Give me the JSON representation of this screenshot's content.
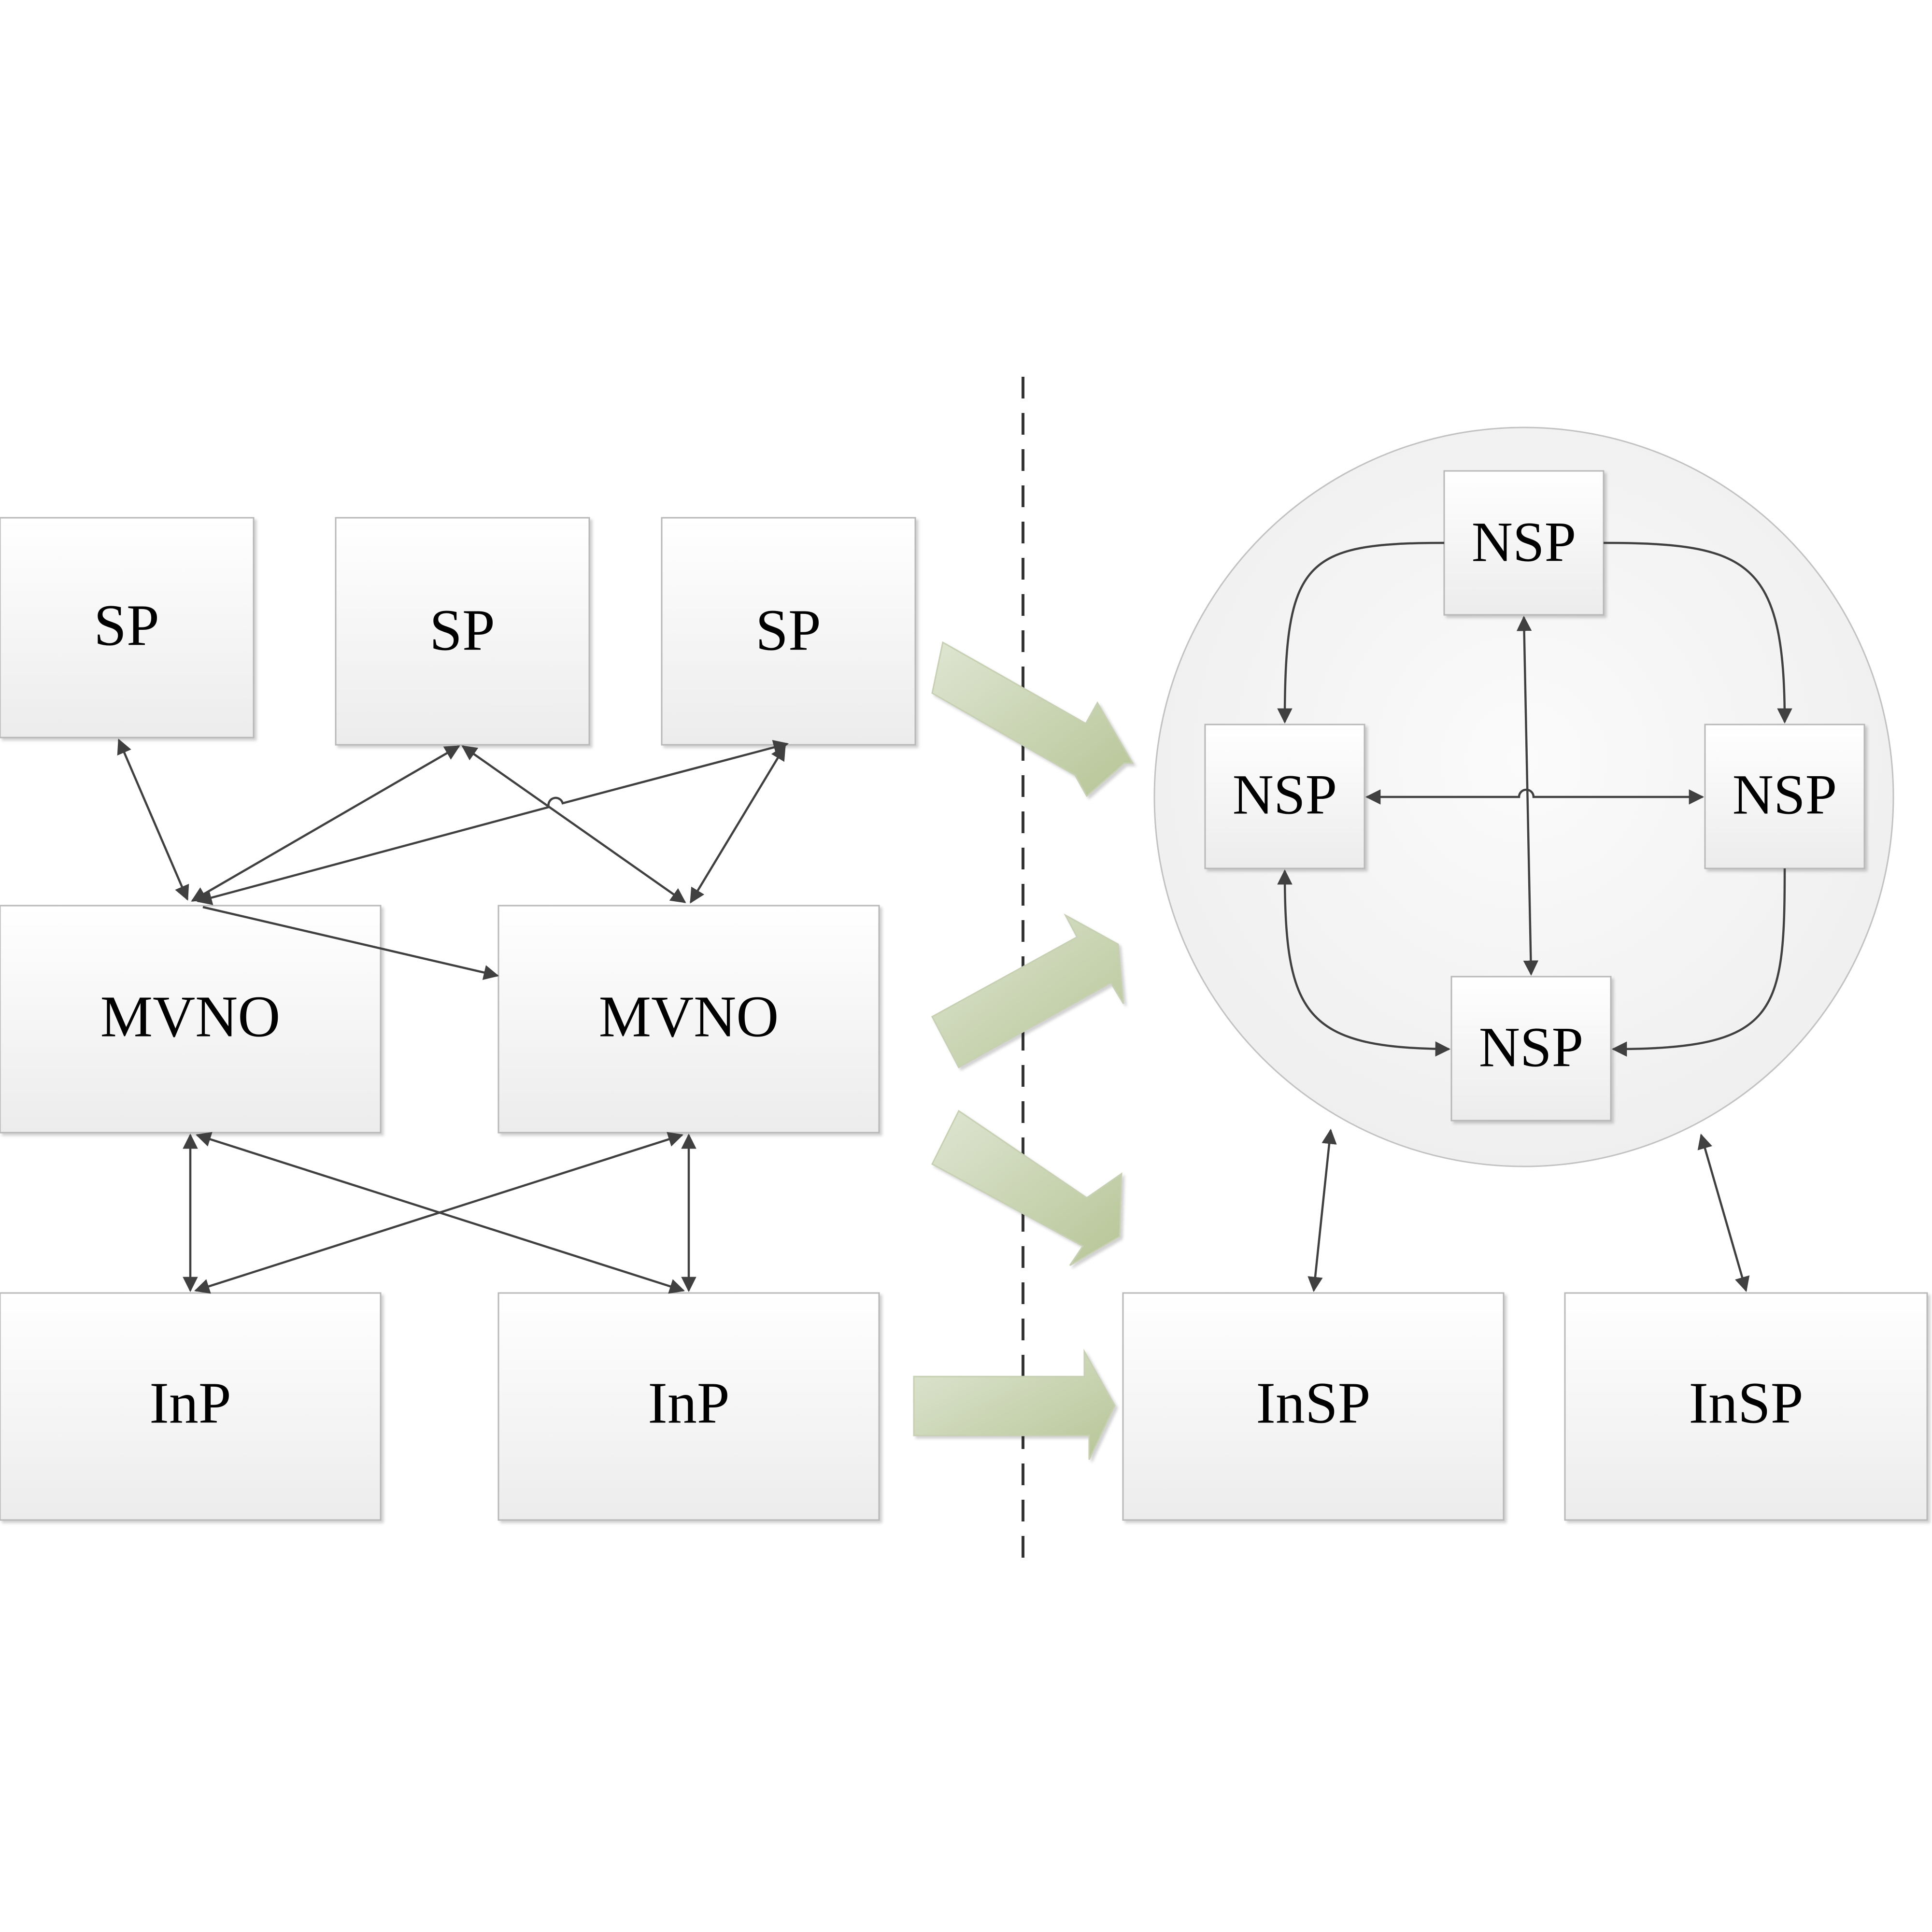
{
  "colors": {
    "box_fill_top": "#ffffff",
    "box_fill_bottom": "#ececec",
    "box_border": "#b8b8b8",
    "connector": "#404040",
    "big_arrow_light": "#dde3cf",
    "big_arrow_dark": "#b9c89a",
    "circle_fill": "#f4f4f4",
    "divider": "#333333"
  },
  "left": {
    "sp": [
      "SP",
      "SP",
      "SP"
    ],
    "mvno": [
      "MVNO",
      "MVNO"
    ],
    "inp": [
      "InP",
      "InP"
    ]
  },
  "right": {
    "nsp": [
      "NSP",
      "NSP",
      "NSP",
      "NSP"
    ],
    "insp": [
      "InSP",
      "InSP"
    ]
  },
  "transition": {
    "divider_style": "dashed",
    "big_arrows": 4
  }
}
